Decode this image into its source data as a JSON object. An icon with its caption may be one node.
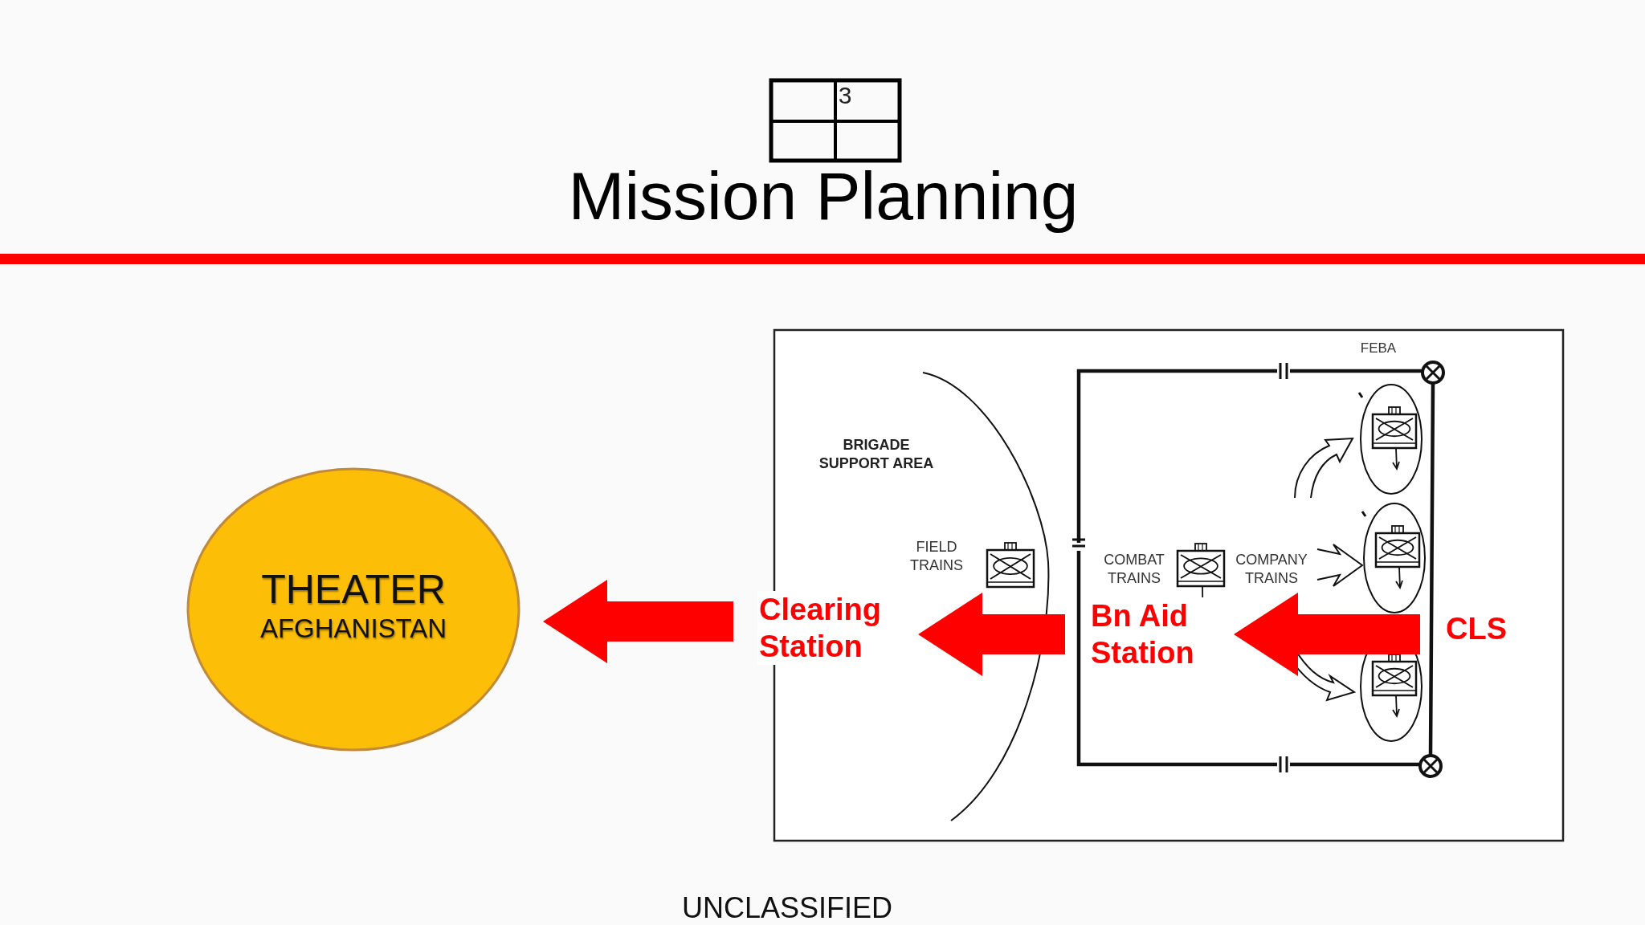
{
  "diagram": {
    "title": "Mission Planning",
    "nodes": [
      {
        "text": [
          "THEATER",
          "AFGHANISTAN"
        ]
      },
      {
        "text": [
          "Clearing Station"
        ]
      },
      {
        "text": [
          "Bn Aid Station"
        ]
      },
      {
        "text": [
          "CLS"
        ]
      }
    ],
    "edges": [
      {
        "from": 3,
        "to": 2,
        "arrow": "to",
        "style": "thick"
      },
      {
        "from": 2,
        "to": 1,
        "arrow": "to",
        "style": "thick"
      },
      {
        "from": 1,
        "to": 0,
        "arrow": "to",
        "style": "thick"
      }
    ],
    "labels": [
      "3",
      "FEBA",
      "BRIGADE SUPPORT AREA",
      "FIELD TRAINS",
      "COMBAT TRAINS",
      "COMPANY TRAINS",
      "UNCLASSIFIED"
    ]
  }
}
